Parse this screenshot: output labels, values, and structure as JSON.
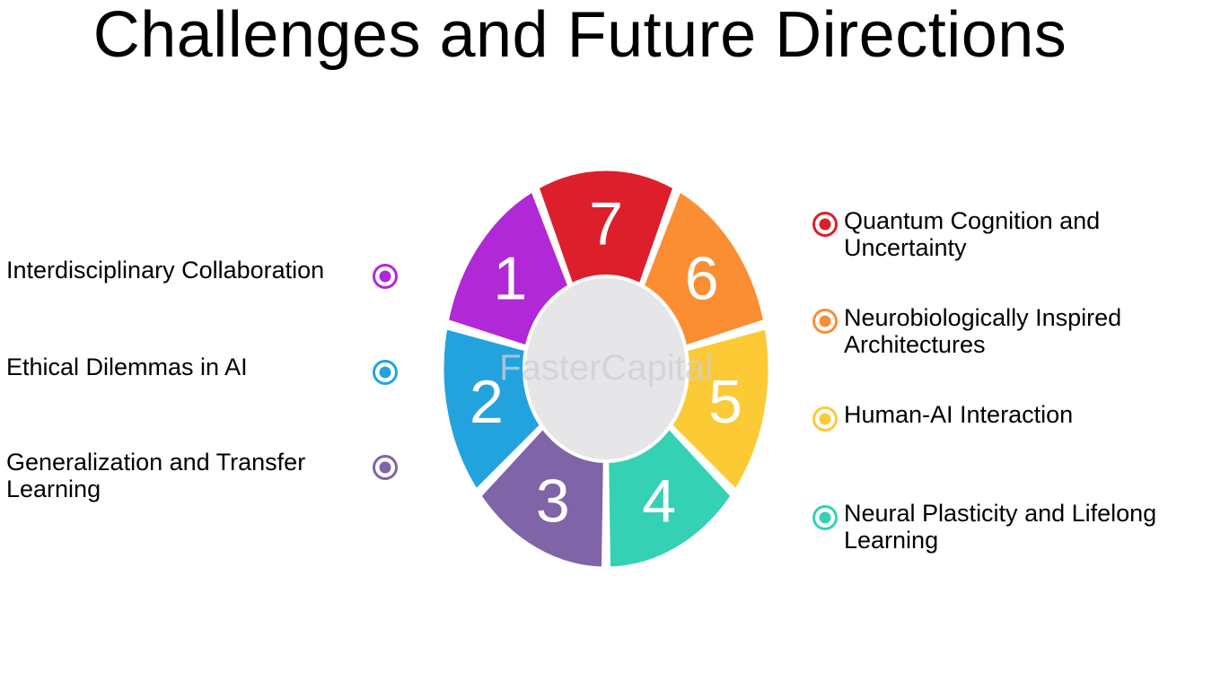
{
  "title": "Challenges and Future Directions",
  "watermark": "FasterCapital",
  "segments": [
    {
      "number": "1",
      "label": "Interdisciplinary Collaboration",
      "color": "#b128d7"
    },
    {
      "number": "2",
      "label": "Ethical Dilemmas in AI",
      "color": "#22a3dd"
    },
    {
      "number": "3",
      "label": "Generalization and Transfer Learning",
      "color": "#8064a8"
    },
    {
      "number": "4",
      "label": "Neural Plasticity and Lifelong Learning",
      "color": "#35d1b5"
    },
    {
      "number": "5",
      "label": "Human-AI Interaction",
      "color": "#fbca35"
    },
    {
      "number": "6",
      "label": "Neurobiologically Inspired Architectures",
      "color": "#fb8d33"
    },
    {
      "number": "7",
      "label": "Quantum Cognition and Uncertainty",
      "color": "#dc1f2b"
    }
  ],
  "hub_color": "#e6e6e8"
}
